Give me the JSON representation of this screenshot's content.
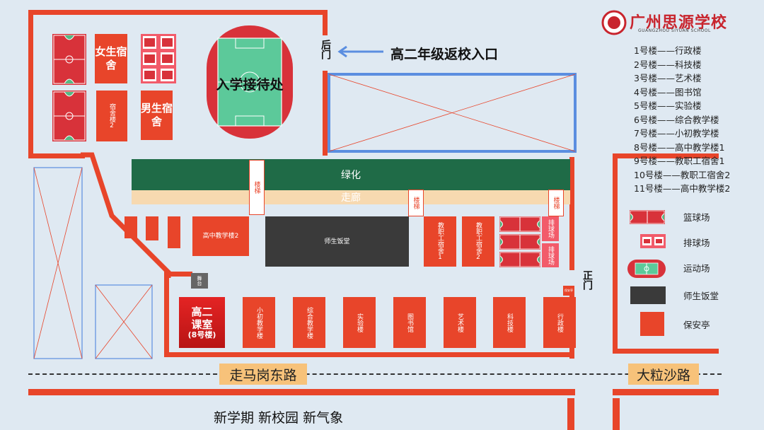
{
  "school": {
    "name": "广州思源学校",
    "name_en": "GUANGZHOU SIYUAN SCHOOL"
  },
  "gates": {
    "back": "后门",
    "front": "正门"
  },
  "entrance_label": "高二年级返校入口",
  "reception_label": "入学接待处",
  "dorms": {
    "female": "女生宿舍",
    "dorm2": "宿舍楼2",
    "male": "男生宿舍"
  },
  "areas": {
    "greenery": "绿化",
    "corridor": "走廊",
    "stairs": "楼梯",
    "canteen": "师生饭堂",
    "stage": "舞台",
    "guard": "保安亭"
  },
  "buildings": {
    "senior2": "高中教学楼2",
    "staff1": "教职工宿舍1",
    "staff2": "教职工宿舍2",
    "volleyball": "排球场",
    "class_title": "高二课室",
    "class_sub": "(8号楼)",
    "primary": "小初教学楼",
    "general": "综合教学楼",
    "lab": "实验楼",
    "library": "图书馆",
    "arts": "艺术楼",
    "science": "科技楼",
    "admin": "行政楼"
  },
  "roads": {
    "main": "走马岗东路",
    "side": "大粒沙路"
  },
  "slogan": "新学期 新校园 新气象",
  "building_list": [
    "1号楼——行政楼",
    "2号楼——科技楼",
    "3号楼——艺术楼",
    "4号楼——图书馆",
    "5号楼——实验楼",
    "6号楼——综合教学楼",
    "7号楼——小初教学楼",
    "8号楼——高中教学楼1",
    "9号楼——教职工宿舍1",
    "10号楼——教职工宿舍2",
    "11号楼——高中教学楼2"
  ],
  "legend": [
    {
      "icon": "basketball-court-icon",
      "label": "篮球场"
    },
    {
      "icon": "volleyball-court-icon",
      "label": "排球场"
    },
    {
      "icon": "sports-field-icon",
      "label": "运动场"
    },
    {
      "icon": "canteen-icon",
      "label": "师生饭堂"
    },
    {
      "icon": "guard-booth-icon",
      "label": "保安亭"
    }
  ],
  "colors": {
    "background": "#dfe9f2",
    "wall": "#e8452a",
    "building": "#e8452a",
    "greenery": "#1f6b47",
    "corridor": "#f7d9b0",
    "canteen": "#3a3a3a",
    "entrance_arrow": "#5b8ee0",
    "field_green": "#5cc99a",
    "class_highlight": "#d01e1e"
  }
}
